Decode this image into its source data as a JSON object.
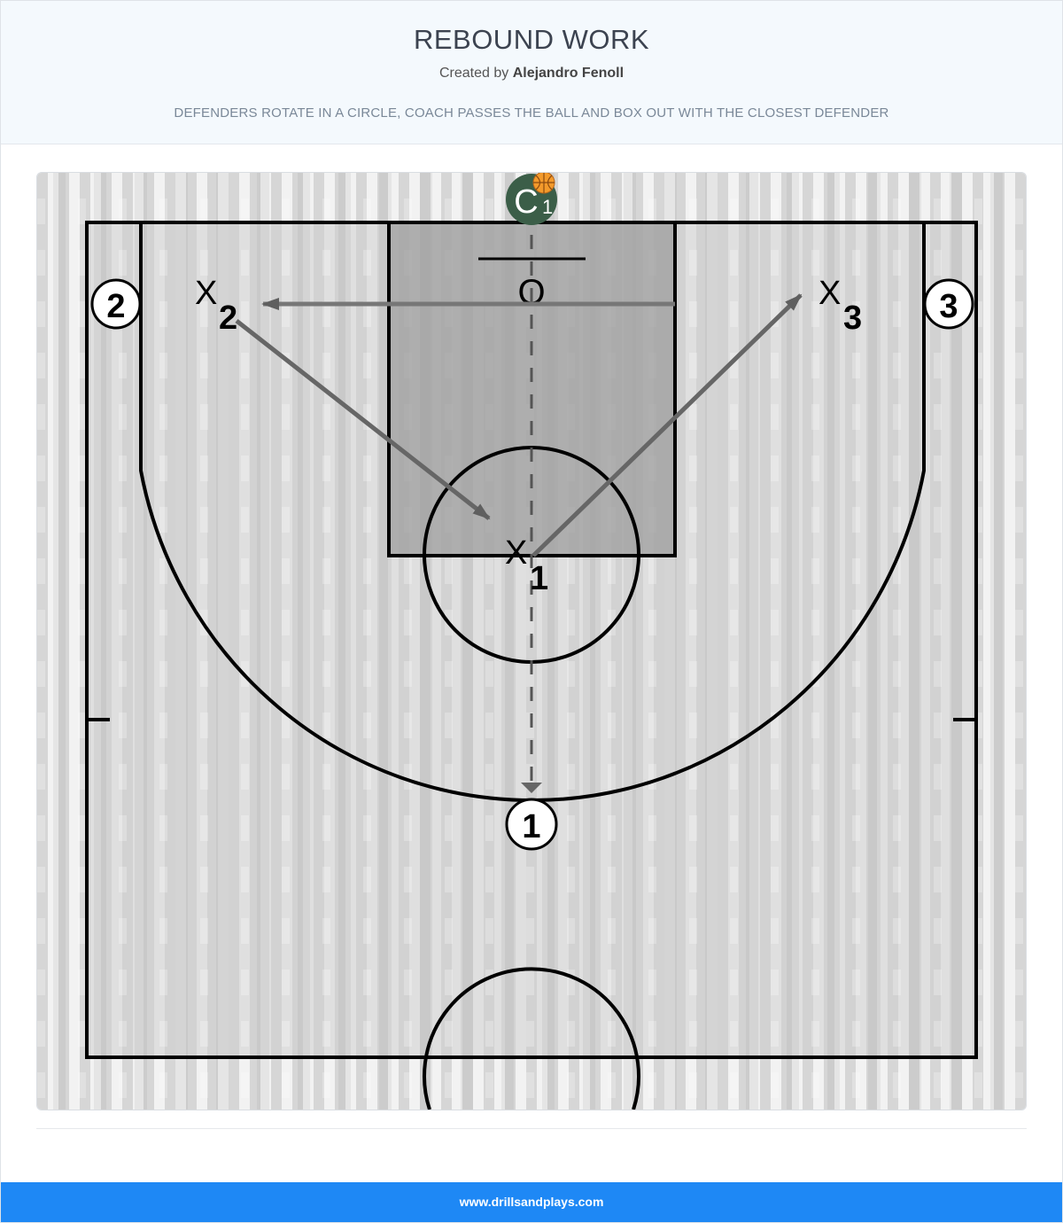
{
  "header": {
    "title": "REBOUND WORK",
    "created_by_label": "Created by",
    "author": "Alejandro Fenoll",
    "description": "DEFENDERS ROTATE IN A CIRCLE, COACH PASSES THE BALL AND BOX OUT WITH THE CLOSEST DEFENDER"
  },
  "diagram": {
    "coach_label": "C",
    "coach_sub": "1",
    "basket_label": "O",
    "offense": [
      "1",
      "2",
      "3"
    ],
    "defense": [
      {
        "label": "X",
        "sub": "1"
      },
      {
        "label": "X",
        "sub": "2"
      },
      {
        "label": "X",
        "sub": "3"
      }
    ],
    "colors": {
      "court_stripe_dark": "#c8c8c8",
      "court_stripe_light": "#f0f0f0",
      "paint": "#a6a6a6",
      "lines": "#000000",
      "arrows": "#666666",
      "coach": "#3b5e48",
      "ball": "#f39a2b"
    },
    "icons": [
      "basketball-icon"
    ]
  },
  "footer": {
    "site": "www.drillsandplays.com"
  }
}
